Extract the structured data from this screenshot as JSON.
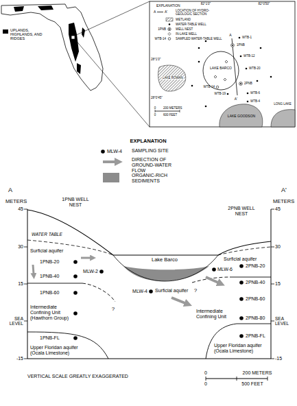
{
  "diagram": {
    "labels": [
      "EXPLANATION",
      "A",
      "A'",
      "1PNB",
      "WTB-14",
      "82°1'0\"",
      "82°0'50\"",
      "28°1'0\"",
      "28°0'45\"",
      "LAKE ROWAN",
      "LAKE BARCO",
      "LAKE GOODSON",
      "LONG LAKE",
      "A",
      "1PNB",
      "WTB-1",
      "WTB-12",
      "WTB-20",
      "2PNB",
      "WTB-14",
      "WTB-19",
      "WTB-6",
      "WTB-4",
      "A'",
      "0",
      "200 METERS",
      "0",
      "600 FEET",
      "EXPLANATION",
      "MLW-4",
      "A",
      "A'",
      "METERS",
      "METERS",
      "45",
      "30",
      "15",
      "SEA LEVEL",
      "-15",
      "45",
      "30",
      "15",
      "SEA LEVEL",
      "-15",
      "1PNB WELL NEST",
      "2PNB WELL NEST",
      "WATER TABLE",
      "Surficial aquifer",
      "1PNB-20",
      "1PNB-40",
      "1PNB-60",
      "Intermediate Confining Unit (Hawthorn Group)",
      "1PNB-FL",
      "Upper Floridan aquifer (Ocala Limestone)",
      "Lake Barco",
      "MLW-2",
      "MLW-4",
      "Surficial aquifer",
      "?",
      "MLW-6",
      "Surficial aquifer",
      "2PNB-20",
      "2PNB-40",
      "2PNB-60",
      "2PNB-80",
      "2PNB-FL",
      "?",
      "Intermediate Confining Unit",
      "Upper Floridan aquifer (Ocala Limestone)",
      "VERTICAL SCALE GREATLY EXAGGERATED",
      "0",
      "200 METERS",
      "0",
      "500 FEET"
    ],
    "legend": [
      {
        "text": "UPLANDS, HIGHLANDS, AND RIDGES",
        "color": "#000000"
      },
      {
        "text": "LOCATION OF HYDRO-GEOLOGIC SECTION"
      },
      {
        "text": "WETLAND"
      },
      {
        "text": "WATER-TABLE WELL"
      },
      {
        "text": "WELL NEST"
      },
      {
        "text": "IN-LAKE WELL"
      },
      {
        "text": "SAMPLED WATER-TABLE WELL"
      },
      {
        "text": "SAMPLING SITE"
      },
      {
        "text": "DIRECTION OF GROUND-WATER FLOW"
      },
      {
        "text": "ORGANIC-RICH SEDIMENTS",
        "color": "#8c8c8c"
      }
    ]
  }
}
